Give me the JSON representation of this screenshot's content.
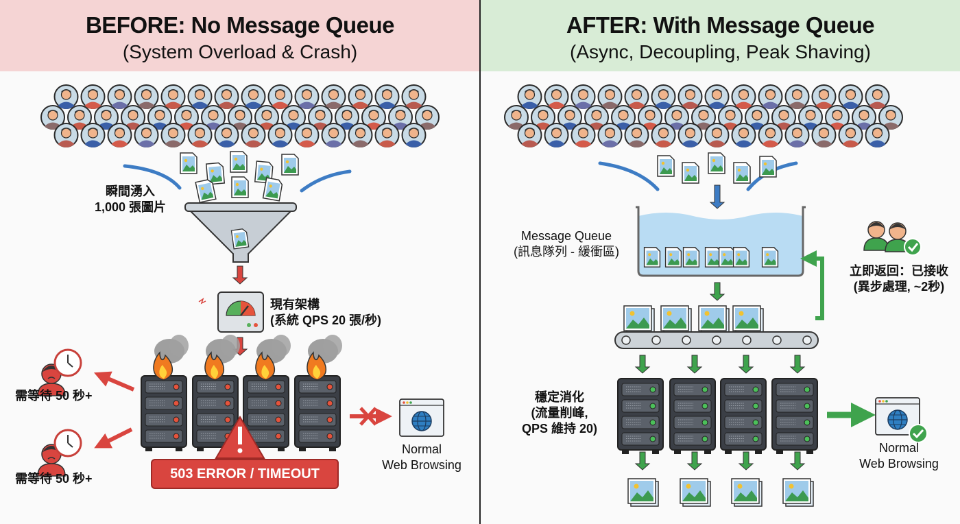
{
  "before": {
    "title": "BEFORE: No Message Queue",
    "subtitle": "(System Overload & Crash)",
    "burst_label_line1": "瞬間湧入",
    "burst_label_line2": "1,000 張圖片",
    "system_label_line1": "現有架構",
    "system_label_line2": "(系統 QPS 20 張/秒)",
    "wait_label_1": "需等待 50 秒+",
    "wait_label_2": "需等待 50 秒+",
    "error_label": "503 ERROR / TIMEOUT",
    "web_label_line1": "Normal",
    "web_label_line2": "Web Browsing",
    "accent_color": "#d9453f",
    "server_count": 4
  },
  "after": {
    "title": "AFTER: With Message Queue",
    "subtitle": "(Async, Decoupling, Peak Shaving)",
    "queue_label_line1": "Message Queue",
    "queue_label_line2": "(訊息隊列 - 緩衝區)",
    "return_label_line1": "立即返回：已接收",
    "return_label_line2": "(異步處理, ~2秒)",
    "consume_label_line1": "穩定消化",
    "consume_label_line2": "(流量削峰,",
    "consume_label_line3": "QPS 維持 20)",
    "web_label_line1": "Normal",
    "web_label_line2": "Web Browsing",
    "accent_color": "#3fa34d",
    "server_count": 4
  }
}
